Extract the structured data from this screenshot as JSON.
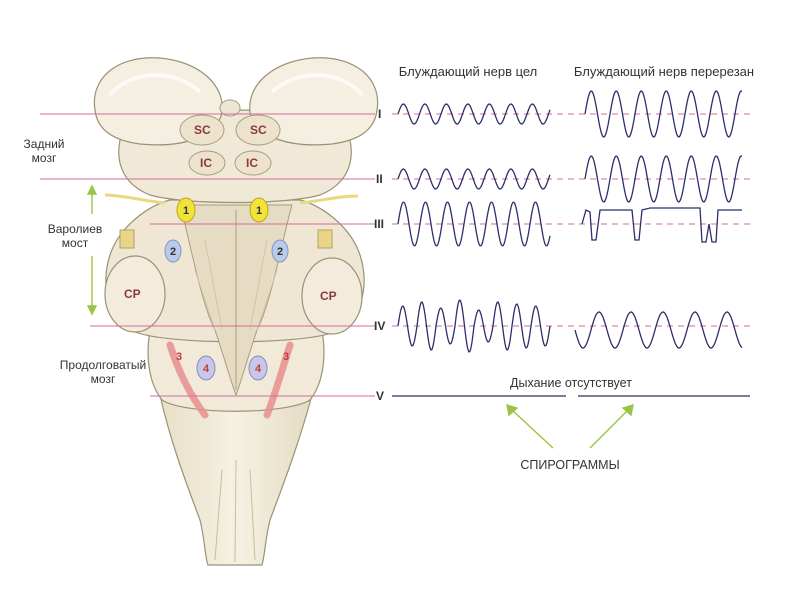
{
  "colors": {
    "level_line": "#d46a9c",
    "wave": "#2f2d6b",
    "arrow": "#9bc447",
    "tissue": "#f1ead8",
    "tissue_shadow": "#d9cfb3",
    "label": "#333333",
    "anat_label": "#8b3a3a",
    "yellow_marker": "#f2e33a",
    "blue_marker": "#b9cbe8",
    "red_stripe": "#e88f8f"
  },
  "icons": [
    "brainstem-illustration",
    "arrow-up-green",
    "arrow-down-green"
  ],
  "headers": {
    "intact": "Блуждающий нерв цел",
    "cut": "Блуждающий нерв перерезан"
  },
  "levels": [
    "I",
    "II",
    "III",
    "IV",
    "V"
  ],
  "side_labels": {
    "hindbrain_line1": "Задний",
    "hindbrain_line2": "мозг",
    "pons_line1": "Варолиев",
    "pons_line2": "мост",
    "medulla_line1": "Продолговатый",
    "medulla_line2": "мозг"
  },
  "anatomy": {
    "sc": "SC",
    "ic": "IC",
    "cp": "CP",
    "m1": "1",
    "m2": "2",
    "m3": "3",
    "m4": "4"
  },
  "no_breathing": "Дыхание отсутствует",
  "caption": "СПИРОГРАММЫ"
}
